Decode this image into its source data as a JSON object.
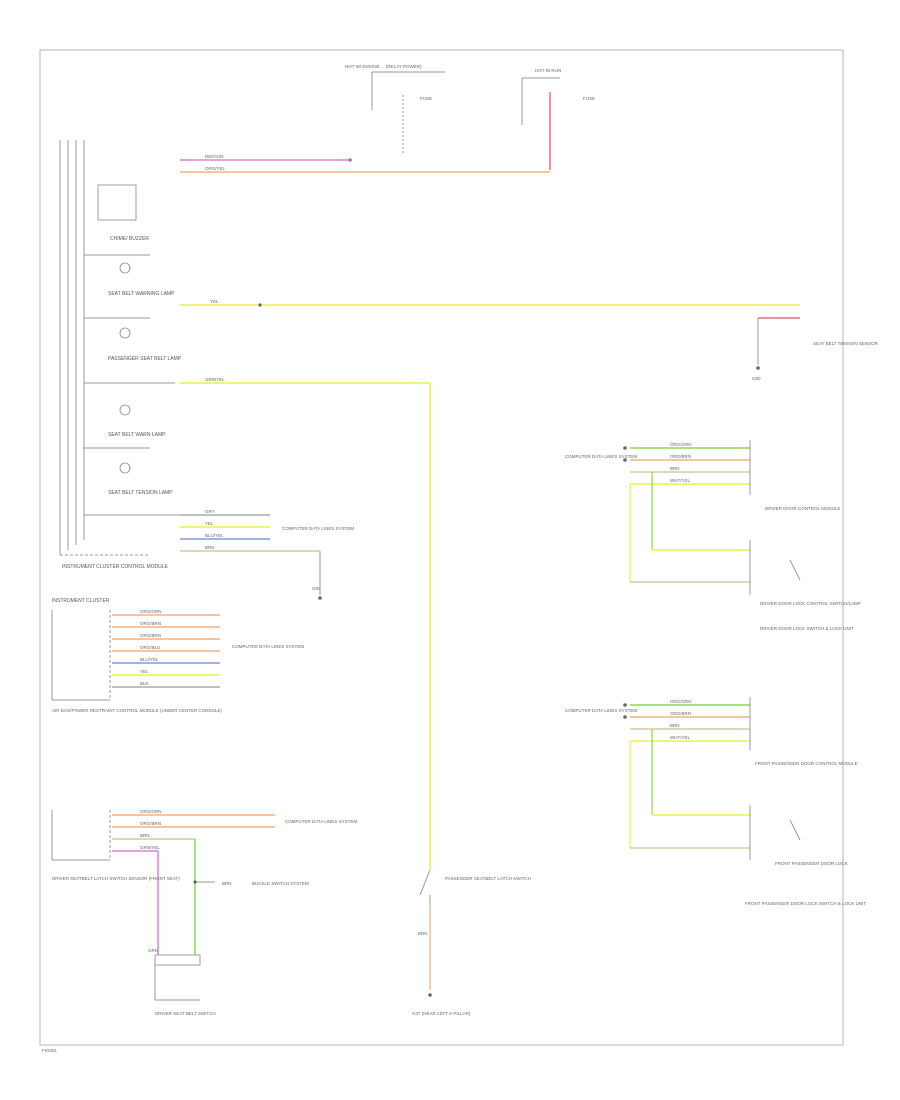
{
  "diagram": {
    "top": {
      "hot_at_all_times_label": "HOT W/ ENGINE ... (RELAY POWER)",
      "hot_in_run_label": "HOT IN RUN",
      "fuse_a": "FUSE",
      "fuse_b": "FUSE"
    },
    "cluster": {
      "label": "INSTRUMENT CLUSTER CONTROL MODULE",
      "indicators": [
        "CHIME/ BUZZER",
        "SEAT BELT WARNING LAMP",
        "PASSENGER SEAT BELT LAMP",
        "SEAT BELT WARN LAMP",
        "SEAT BELT TENSION LAMP"
      ]
    },
    "wires": {
      "w1": "RED/VIO",
      "w2": "ORG/YEL",
      "w3": "YEL",
      "w4": "GRN/YEL",
      "w5": "WHT/YEL",
      "w6": "BRN"
    },
    "left_connector": {
      "wires": [
        "GRY",
        "YEL",
        "BLU/YEL",
        "BRN"
      ],
      "dest": "COMPUTER DATA LINES SYSTEM",
      "ground": "G80"
    },
    "airbag_module": {
      "label": "INSTRUMENT CLUSTER",
      "sublabel": "AIR BAG/POWER RESTRAINT CONTROL MODULE (UNDER CENTER CONSOLE)",
      "wires": [
        "ORG/GRN",
        "ORG/BRN",
        "ORG/BRN",
        "ORG/BLU",
        "BLU/YEL",
        "YEL",
        "BLK"
      ],
      "dest": "COMPUTER DATA LINES SYSTEM"
    },
    "seat_module": {
      "label": "DRIVER SEATBELT LATCH SWITCH SENSOR (FRONT SEAT)",
      "wires": [
        "ORG/GRN",
        "ORG/BRN",
        "BRN",
        "GRN/YEL"
      ],
      "dest": "COMPUTER DATA LINES SYSTEM",
      "buckle_label": "BUCKLE SWITCH SYSTEM",
      "switch_label": "DRIVER SEAT BELT SWITCH",
      "brn": "BRN",
      "grn": "GRN"
    },
    "center_switch": {
      "label": "PASSENGER SEATBELT LATCH SWITCH",
      "ground_label": "G37 (NEAR LEFT A-PILLAR)",
      "wire": "BRN"
    },
    "right_sensor": {
      "label": "SEAT BELT TENSION SENSOR",
      "ground": "G80"
    },
    "rear_left": {
      "data_label": "COMPUTER DATA LINES SYSTEM",
      "wires": [
        "ORG/GRN",
        "ORG/BRN",
        "BRN",
        "WHT/YEL"
      ],
      "module_label": "DRIVER DOOR CONTROL MODULE",
      "lock_label": "DRIVER DOOR LOCK CONTROL SWITCH/LAMP",
      "lock_sub": "DRIVER DOOR LOCK SWITCH & LOCK UNIT"
    },
    "rear_right": {
      "data_label": "COMPUTER DATA LINES SYSTEM",
      "wires": [
        "ORG/GRN",
        "ORG/BRN",
        "BRN",
        "WHT/YEL"
      ],
      "module_label": "FRONT PASSENGER DOOR CONTROL MODULE",
      "lock_label": "FRONT PASSENGER DOOR LOCK",
      "lock_sub": "FRONT PASSENGER DOOR LOCK SWITCH & LOCK UNIT"
    },
    "footer": "FIG001"
  },
  "colors": {
    "violet": "#d982e0",
    "orange": "#f5b07a",
    "yellow": "#eef04a",
    "green": "#8ad94f",
    "blue": "#7f9be0",
    "tan": "#d8c9a0",
    "red": "#e05060"
  }
}
